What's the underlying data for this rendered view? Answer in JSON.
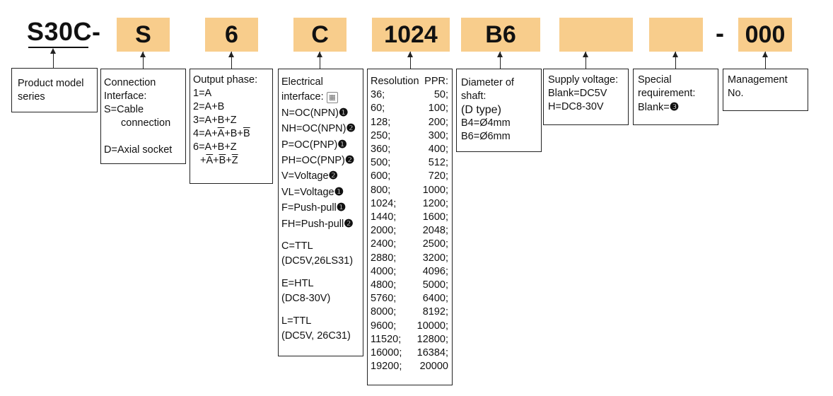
{
  "model_prefix": "S30C-",
  "codes": {
    "connection": "S",
    "output_phase": "6",
    "electrical": "C",
    "resolution": "1024",
    "shaft": "B6",
    "supply": "",
    "special": "",
    "separator": "-",
    "management": "000"
  },
  "boxes": {
    "product_model": {
      "line1": "Product model",
      "line2": "series"
    },
    "connection": {
      "title1": "Connection",
      "title2": "Interface:",
      "s_opt": "S=Cable",
      "s_opt2": "connection",
      "d_opt": "D=Axial socket"
    },
    "output_phase": {
      "title": "Output phase:",
      "o1": "1=A",
      "o2": "2=A+B",
      "o3": "3=A+B+Z",
      "o4_a": "4=A+",
      "o4_b": "A",
      "o4_c": "+B+",
      "o4_d": "B",
      "o6": "6=A+B+Z",
      "o6b_1": "+",
      "o6b_2": "A",
      "o6b_3": "+",
      "o6b_4": "B",
      "o6b_5": "+",
      "o6b_6": "Z"
    },
    "electrical": {
      "title1": "Electrical",
      "title2": "interface:",
      "n": "N=OC(NPN)",
      "n_mark": "❶",
      "nh": "NH=OC(NPN)",
      "nh_mark": "❷",
      "p": "P=OC(PNP)",
      "p_mark": "❶",
      "ph": "PH=OC(PNP)",
      "ph_mark": "❷",
      "v": "V=Voltage",
      "v_mark": "❷",
      "vl": "VL=Voltage",
      "vl_mark": "❶",
      "f": "F=Push-pull",
      "f_mark": "❶",
      "fh": "FH=Push-pull",
      "fh_mark": "❷",
      "c1": "C=TTL",
      "c2": "(DC5V,26LS31)",
      "e1": "E=HTL",
      "e2": "(DC8-30V)",
      "l1": "L=TTL",
      "l2": "(DC5V, 26C31)"
    },
    "resolution": {
      "title": "Resolution",
      "unit": "PPR:",
      "rows": [
        [
          "36;",
          "50;"
        ],
        [
          "60;",
          "100;"
        ],
        [
          "128;",
          "200;"
        ],
        [
          "250;",
          "300;"
        ],
        [
          "360;",
          "400;"
        ],
        [
          "500;",
          "512;"
        ],
        [
          "600;",
          "720;"
        ],
        [
          "800;",
          "1000;"
        ],
        [
          "1024;",
          "1200;"
        ],
        [
          "1440;",
          "1600;"
        ],
        [
          "2000;",
          "2048;"
        ],
        [
          "2400;",
          "2500;"
        ],
        [
          "2880;",
          "3200;"
        ],
        [
          "4000;",
          "4096;"
        ],
        [
          "4800;",
          "5000;"
        ],
        [
          "5760;",
          "6400;"
        ],
        [
          "8000;",
          "8192;"
        ],
        [
          "9600;",
          "10000;"
        ],
        [
          "11520;",
          "12800;"
        ],
        [
          "16000;",
          "16384;"
        ],
        [
          "19200;",
          "20000"
        ]
      ]
    },
    "shaft": {
      "l1": "Diameter of",
      "l2": "shaft:",
      "l3": "(D type)",
      "l4": "B4=Ø4mm",
      "l5": "B6=Ø6mm"
    },
    "supply": {
      "l1": "Supply voltage:",
      "l2": "Blank=DC5V",
      "l3": "H=DC8-30V"
    },
    "special": {
      "l1": "Special",
      "l2": "requirement:",
      "l3": "Blank=",
      "mark": "❸"
    },
    "management": {
      "l1": "Management",
      "l2": "No."
    }
  },
  "colors": {
    "code_fill": "#f8cd8c",
    "line": "#222222"
  }
}
